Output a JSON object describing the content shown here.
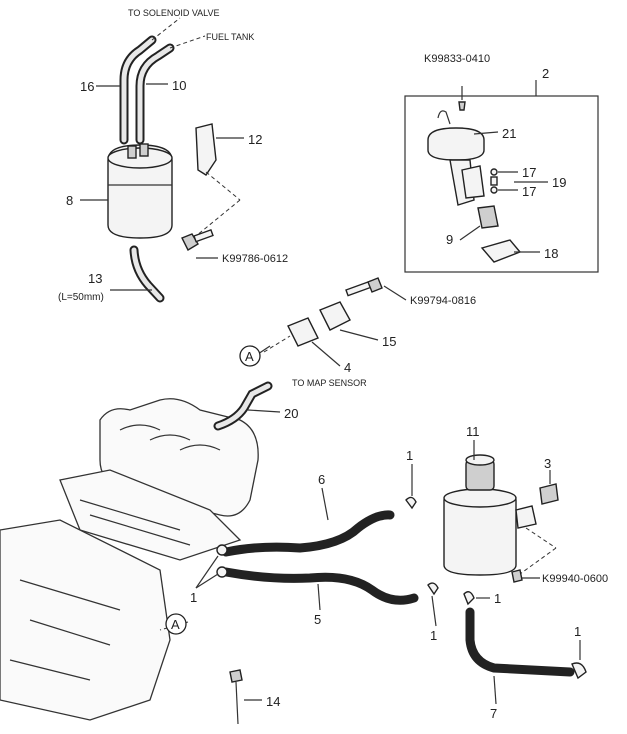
{
  "notes": {
    "to_solenoid_valve": "TO SOLENOID VALVE",
    "fuel_tank": "FUEL TANK",
    "to_map_sensor": "TO MAP SENSOR",
    "length_note": "(L=50mm)"
  },
  "parts": {
    "p1a": "1",
    "p1b": "1",
    "p1c": "1",
    "p1d": "1",
    "p1e": "1",
    "p2": "2",
    "p3": "3",
    "p4": "4",
    "p5": "5",
    "p6": "6",
    "p7": "7",
    "p8": "8",
    "p9": "9",
    "p10": "10",
    "p11": "11",
    "p12": "12",
    "p13": "13",
    "p14": "14",
    "p15": "15",
    "p16": "16",
    "p17a": "17",
    "p17b": "17",
    "p18": "18",
    "p19": "19",
    "p20": "20",
    "p21": "21"
  },
  "part_numbers": {
    "k0410": "K99833-0410",
    "k0612": "K99786-0612",
    "k0816": "K99794-0816",
    "k0600": "K99940-0600"
  },
  "refs": {
    "a_top": "A",
    "a_bottom": "A"
  }
}
